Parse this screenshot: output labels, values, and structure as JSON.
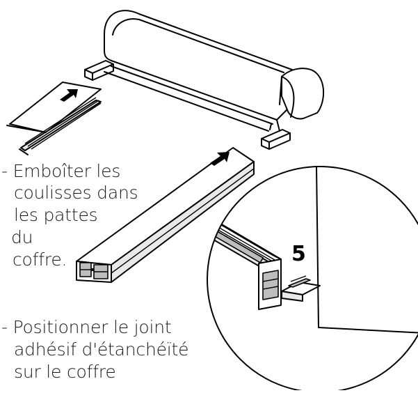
{
  "instructions": {
    "step1_lines": [
      "- Emboîter les",
      "coulisses dans",
      "les pattes",
      "du",
      "coffre."
    ],
    "step2_lines": [
      "- Positionner le joint",
      "adhésif d'étanchéïté",
      "sur le coffre"
    ]
  },
  "detail": {
    "step_number": "5"
  },
  "colors": {
    "ink": "#000000",
    "panel_gray": "#e9e9e9",
    "dark_gray": "#bdbdbd",
    "background": "#ffffff"
  }
}
